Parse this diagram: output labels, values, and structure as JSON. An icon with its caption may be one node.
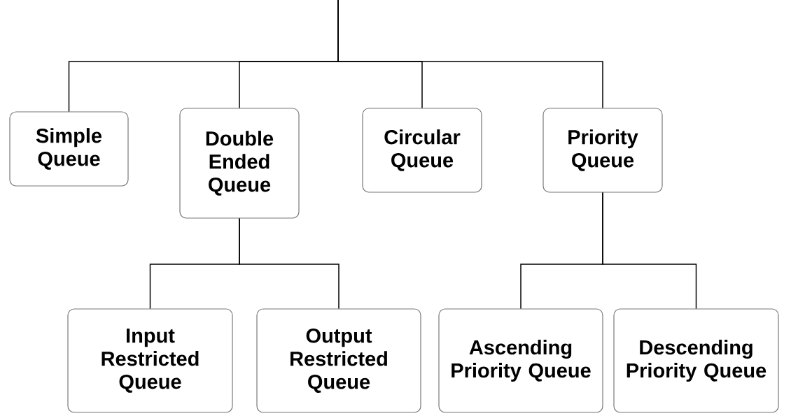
{
  "diagram": {
    "nodes": [
      {
        "text": [
          "Simple Queue"
        ]
      },
      {
        "text": [
          "Double Ended Queue"
        ]
      },
      {
        "text": [
          "Circular Queue"
        ]
      },
      {
        "text": [
          "Priority Queue"
        ]
      },
      {
        "text": [
          "Input Restricted Queue"
        ]
      },
      {
        "text": [
          "Output Restricted Queue"
        ]
      },
      {
        "text": [
          "Ascending Priority Queue"
        ]
      },
      {
        "text": [
          "Descending Priority Queue"
        ]
      }
    ],
    "edges": [
      {
        "from": null,
        "to": 0,
        "arrow": "none"
      },
      {
        "from": null,
        "to": 1,
        "arrow": "none"
      },
      {
        "from": null,
        "to": 2,
        "arrow": "none"
      },
      {
        "from": null,
        "to": 3,
        "arrow": "none"
      },
      {
        "from": 1,
        "to": 4,
        "arrow": "none"
      },
      {
        "from": 1,
        "to": 5,
        "arrow": "none"
      },
      {
        "from": 3,
        "to": 6,
        "arrow": "none"
      },
      {
        "from": 3,
        "to": 7,
        "arrow": "none"
      }
    ]
  }
}
